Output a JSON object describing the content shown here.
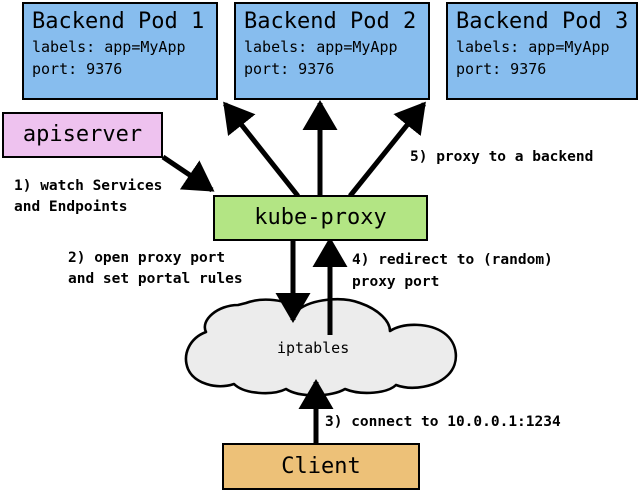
{
  "diagram": {
    "title": "kube-proxy service proxying flow",
    "colors": {
      "pod_fill": "#87bdee",
      "apiserver_fill": "#eec2ef",
      "kubeproxy_fill": "#b3e584",
      "client_fill": "#edc178",
      "cloud_fill": "#ececec",
      "stroke": "#000000",
      "text": "#000000"
    },
    "pods": [
      {
        "title": "Backend Pod 1",
        "labels_line": "labels: app=MyApp",
        "port_line": "port: 9376"
      },
      {
        "title": "Backend Pod 2",
        "labels_line": "labels: app=MyApp",
        "port_line": "port: 9376"
      },
      {
        "title": "Backend Pod 3",
        "labels_line": "labels: app=MyApp",
        "port_line": "port: 9376"
      }
    ],
    "apiserver": {
      "label": "apiserver"
    },
    "kubeproxy": {
      "label": "kube-proxy"
    },
    "iptables": {
      "label": "iptables"
    },
    "client": {
      "label": "Client"
    },
    "steps": [
      {
        "id": "step-1",
        "line1": "1) watch Services",
        "line2": "and Endpoints"
      },
      {
        "id": "step-2",
        "line1": "2) open proxy port",
        "line2": "and set portal rules"
      },
      {
        "id": "step-3",
        "line1": "3) connect to 10.0.0.1:1234",
        "line2": ""
      },
      {
        "id": "step-4",
        "line1": "4) redirect to (random)",
        "line2": "proxy port"
      },
      {
        "id": "step-5",
        "line1": "5) proxy to a backend",
        "line2": ""
      }
    ]
  }
}
